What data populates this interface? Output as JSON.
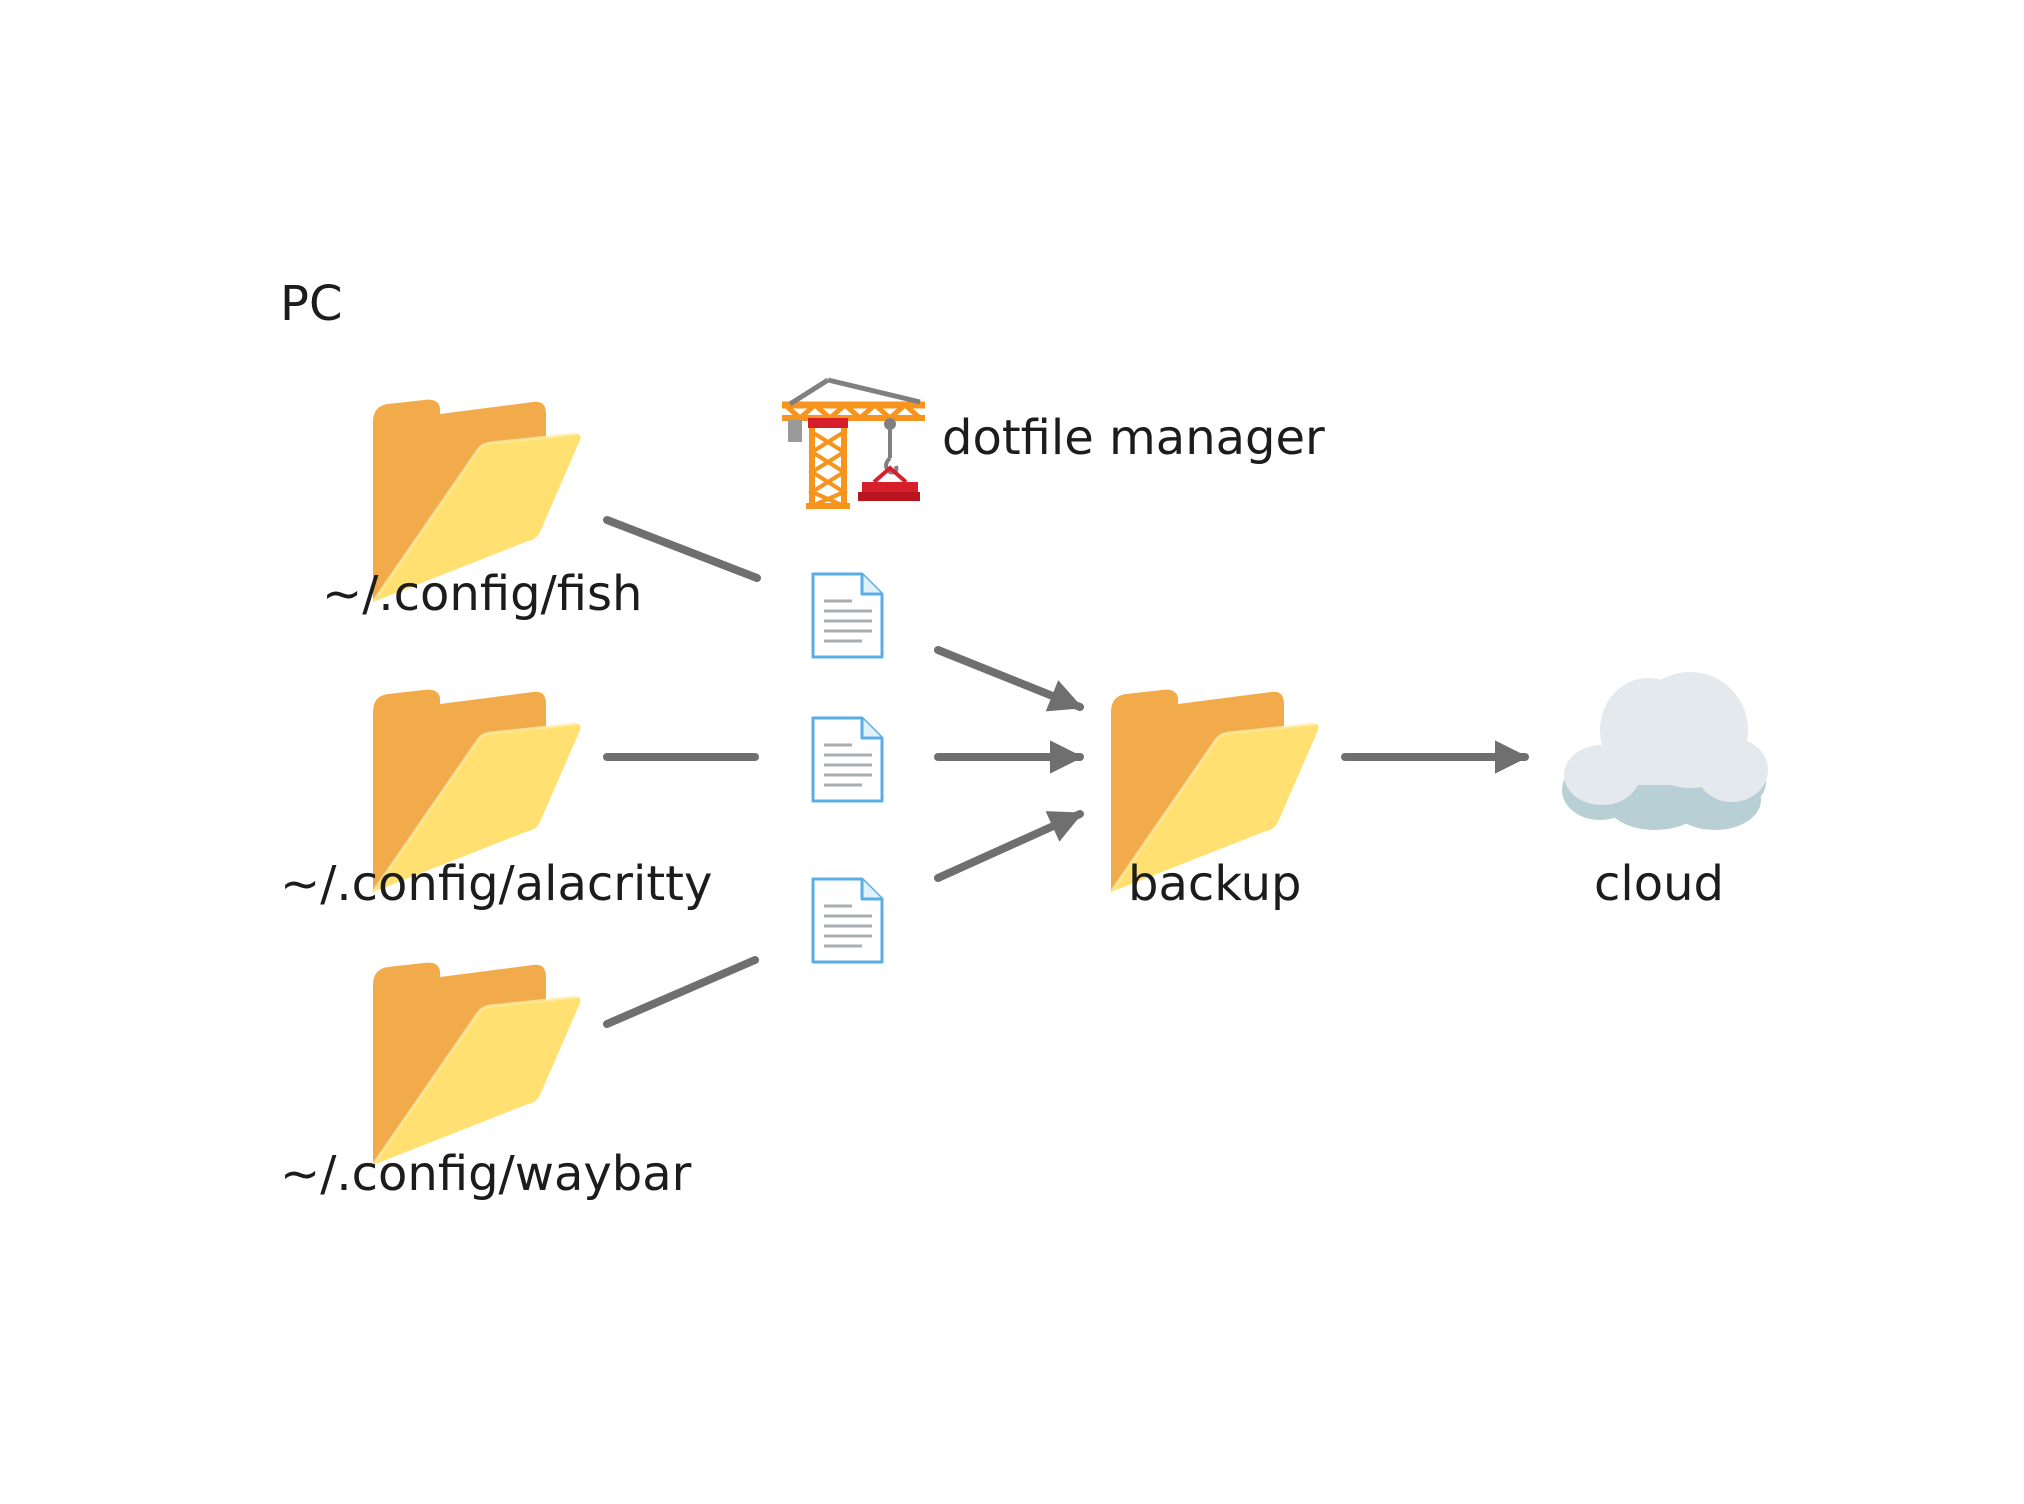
{
  "title": "PC",
  "manager": {
    "label": "dotfile manager",
    "icon": "construction-crane-icon"
  },
  "sources": [
    {
      "label": "~/.config/fish",
      "icon": "open-folder-icon"
    },
    {
      "label": "~/.config/alacritty",
      "icon": "open-folder-icon"
    },
    {
      "label": "~/.config/waybar",
      "icon": "open-folder-icon"
    }
  ],
  "files": [
    {
      "icon": "document-icon"
    },
    {
      "icon": "document-icon"
    },
    {
      "icon": "document-icon"
    }
  ],
  "backup": {
    "label": "backup",
    "icon": "open-folder-icon"
  },
  "cloud": {
    "label": "cloud",
    "icon": "cloud-icon"
  },
  "colors": {
    "background": "#ffffff",
    "text": "#1c1c1c",
    "connector": "#6f6f6f",
    "folder_back": "#f2ab4a",
    "folder_front": "#ffe070",
    "document_border": "#5aaee6",
    "document_lines": "#a9aeb3",
    "crane": "#f7941d",
    "crane_load": "#d71f2c",
    "cloud_top": "#e4e9ee",
    "cloud_bottom": "#b9cfd6"
  }
}
